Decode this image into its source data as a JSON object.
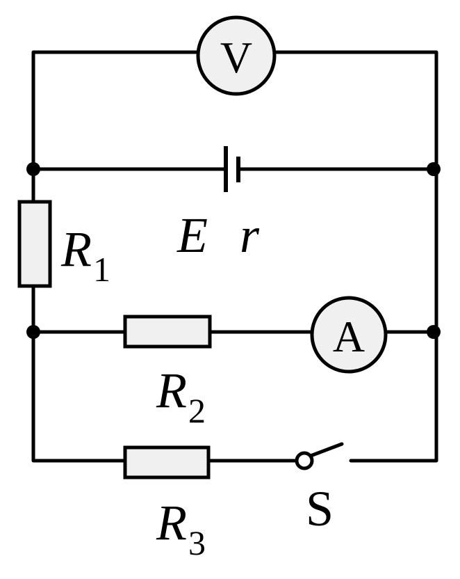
{
  "circuit": {
    "voltmeter": {
      "symbol": "V"
    },
    "ammeter": {
      "symbol": "A"
    },
    "battery": {
      "emf": "E",
      "internal_resistance": "r"
    },
    "r1": {
      "letter": "R",
      "subscript": "1"
    },
    "r2": {
      "letter": "R",
      "subscript": "2"
    },
    "r3": {
      "letter": "R",
      "subscript": "3"
    },
    "switch": {
      "label": "S"
    }
  }
}
